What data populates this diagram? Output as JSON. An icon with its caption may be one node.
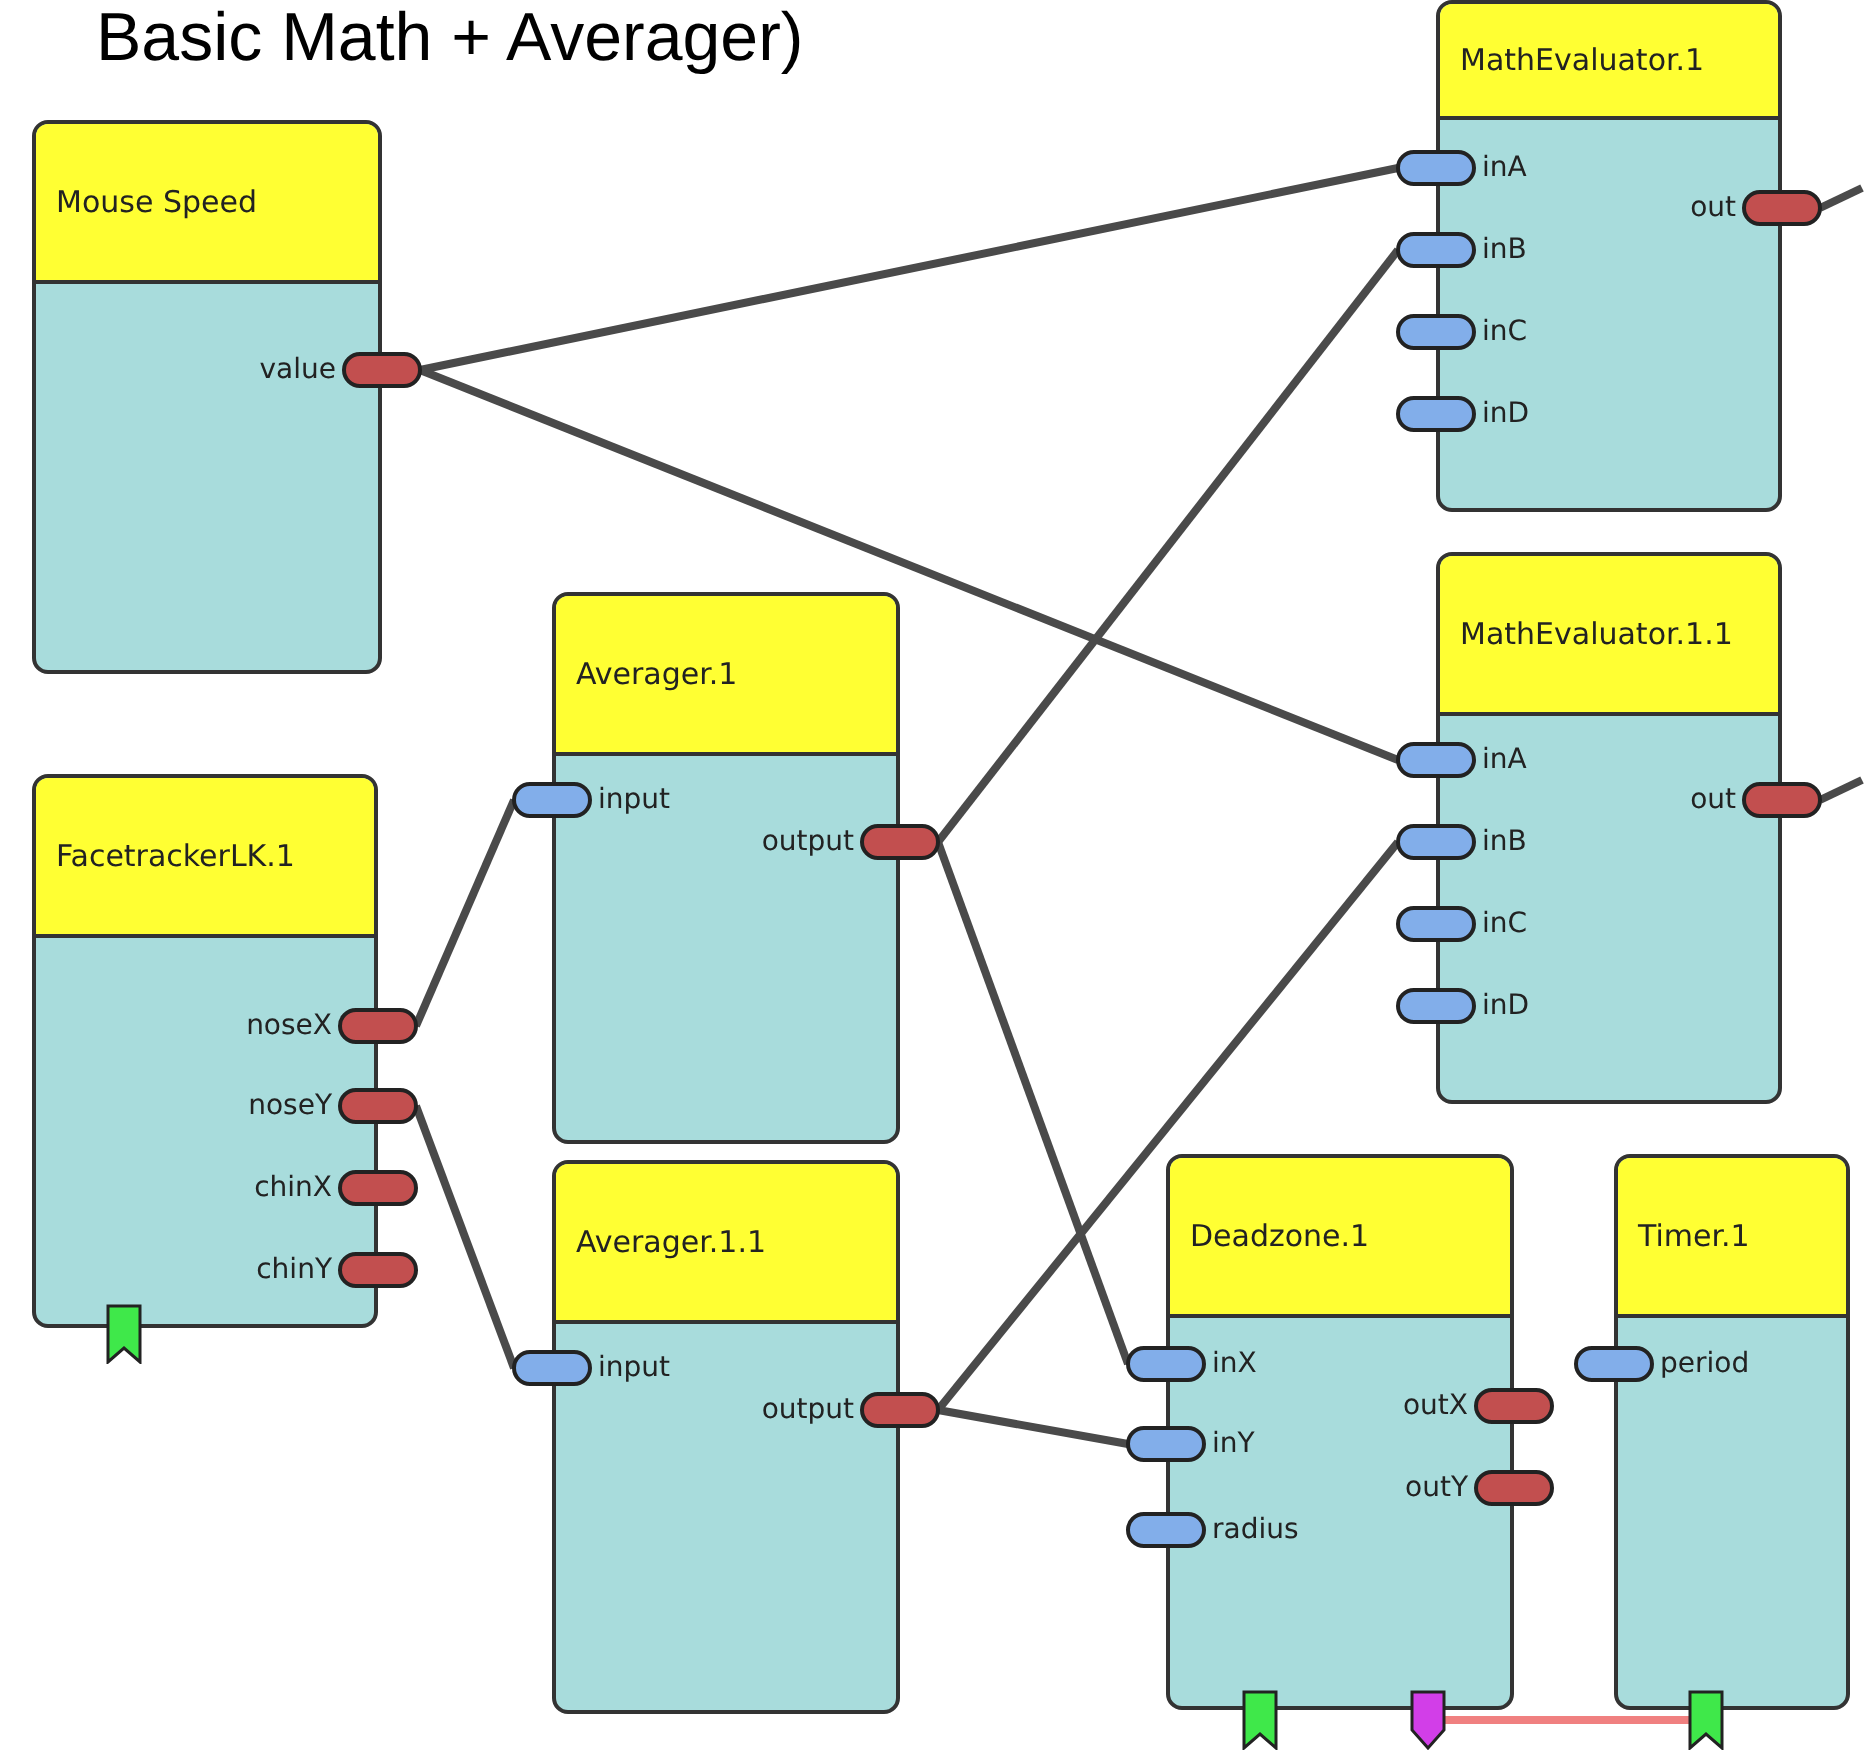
{
  "diagram": {
    "title": "Basic Math + Averager)",
    "nodes": [
      {
        "text": [
          "Mouse Speed"
        ]
      },
      {
        "text": [
          "value"
        ],
        "in": 0
      },
      {
        "text": [
          "FacetrackerLK.1"
        ]
      },
      {
        "text": [
          "noseX"
        ],
        "in": 2
      },
      {
        "text": [
          "noseY"
        ],
        "in": 2
      },
      {
        "text": [
          "chinX"
        ],
        "in": 2
      },
      {
        "text": [
          "chinY"
        ],
        "in": 2
      },
      {
        "text": [
          "Averager.1"
        ]
      },
      {
        "text": [
          "input"
        ],
        "in": 7
      },
      {
        "text": [
          "output"
        ],
        "in": 7
      },
      {
        "text": [
          "Averager.1.1"
        ]
      },
      {
        "text": [
          "input"
        ],
        "in": 10
      },
      {
        "text": [
          "output"
        ],
        "in": 10
      },
      {
        "text": [
          "MathEvaluator.1"
        ]
      },
      {
        "text": [
          "inA"
        ],
        "in": 13
      },
      {
        "text": [
          "inB"
        ],
        "in": 13
      },
      {
        "text": [
          "inC"
        ],
        "in": 13
      },
      {
        "text": [
          "inD"
        ],
        "in": 13
      },
      {
        "text": [
          "out"
        ],
        "in": 13
      },
      {
        "text": [
          "MathEvaluator.1.1"
        ]
      },
      {
        "text": [
          "inA"
        ],
        "in": 19
      },
      {
        "text": [
          "inB"
        ],
        "in": 19
      },
      {
        "text": [
          "inC"
        ],
        "in": 19
      },
      {
        "text": [
          "inD"
        ],
        "in": 19
      },
      {
        "text": [
          "out"
        ],
        "in": 19
      },
      {
        "text": [
          "Deadzone.1"
        ]
      },
      {
        "text": [
          "inX"
        ],
        "in": 25
      },
      {
        "text": [
          "inY"
        ],
        "in": 25
      },
      {
        "text": [
          "radius"
        ],
        "in": 25
      },
      {
        "text": [
          "outX"
        ],
        "in": 25
      },
      {
        "text": [
          "outY"
        ],
        "in": 25
      },
      {
        "text": [
          "Timer.1"
        ]
      },
      {
        "text": [
          "period"
        ],
        "in": 31
      },
      {
        "text": [],
        "shape": "tag"
      },
      {
        "text": [],
        "shape": "tag"
      },
      {
        "text": [],
        "shape": "tag"
      },
      {
        "text": [],
        "shape": "tag"
      }
    ],
    "edges": [
      {
        "from": 1,
        "to": 14,
        "arrow": "none"
      },
      {
        "from": 1,
        "to": 20,
        "arrow": "none"
      },
      {
        "from": 3,
        "to": 8,
        "arrow": "none"
      },
      {
        "from": 4,
        "to": 11,
        "arrow": "none"
      },
      {
        "from": 9,
        "to": 15,
        "arrow": "none"
      },
      {
        "from": 9,
        "to": 26,
        "arrow": "none"
      },
      {
        "from": 12,
        "to": 21,
        "arrow": "none"
      },
      {
        "from": 12,
        "to": 27,
        "arrow": "none"
      },
      {
        "from": 18,
        "to": null,
        "arrow": "none"
      },
      {
        "from": 24,
        "to": null,
        "arrow": "none"
      },
      {
        "from": 35,
        "to": 36,
        "arrow": "none",
        "color": "#f08080"
      }
    ]
  }
}
